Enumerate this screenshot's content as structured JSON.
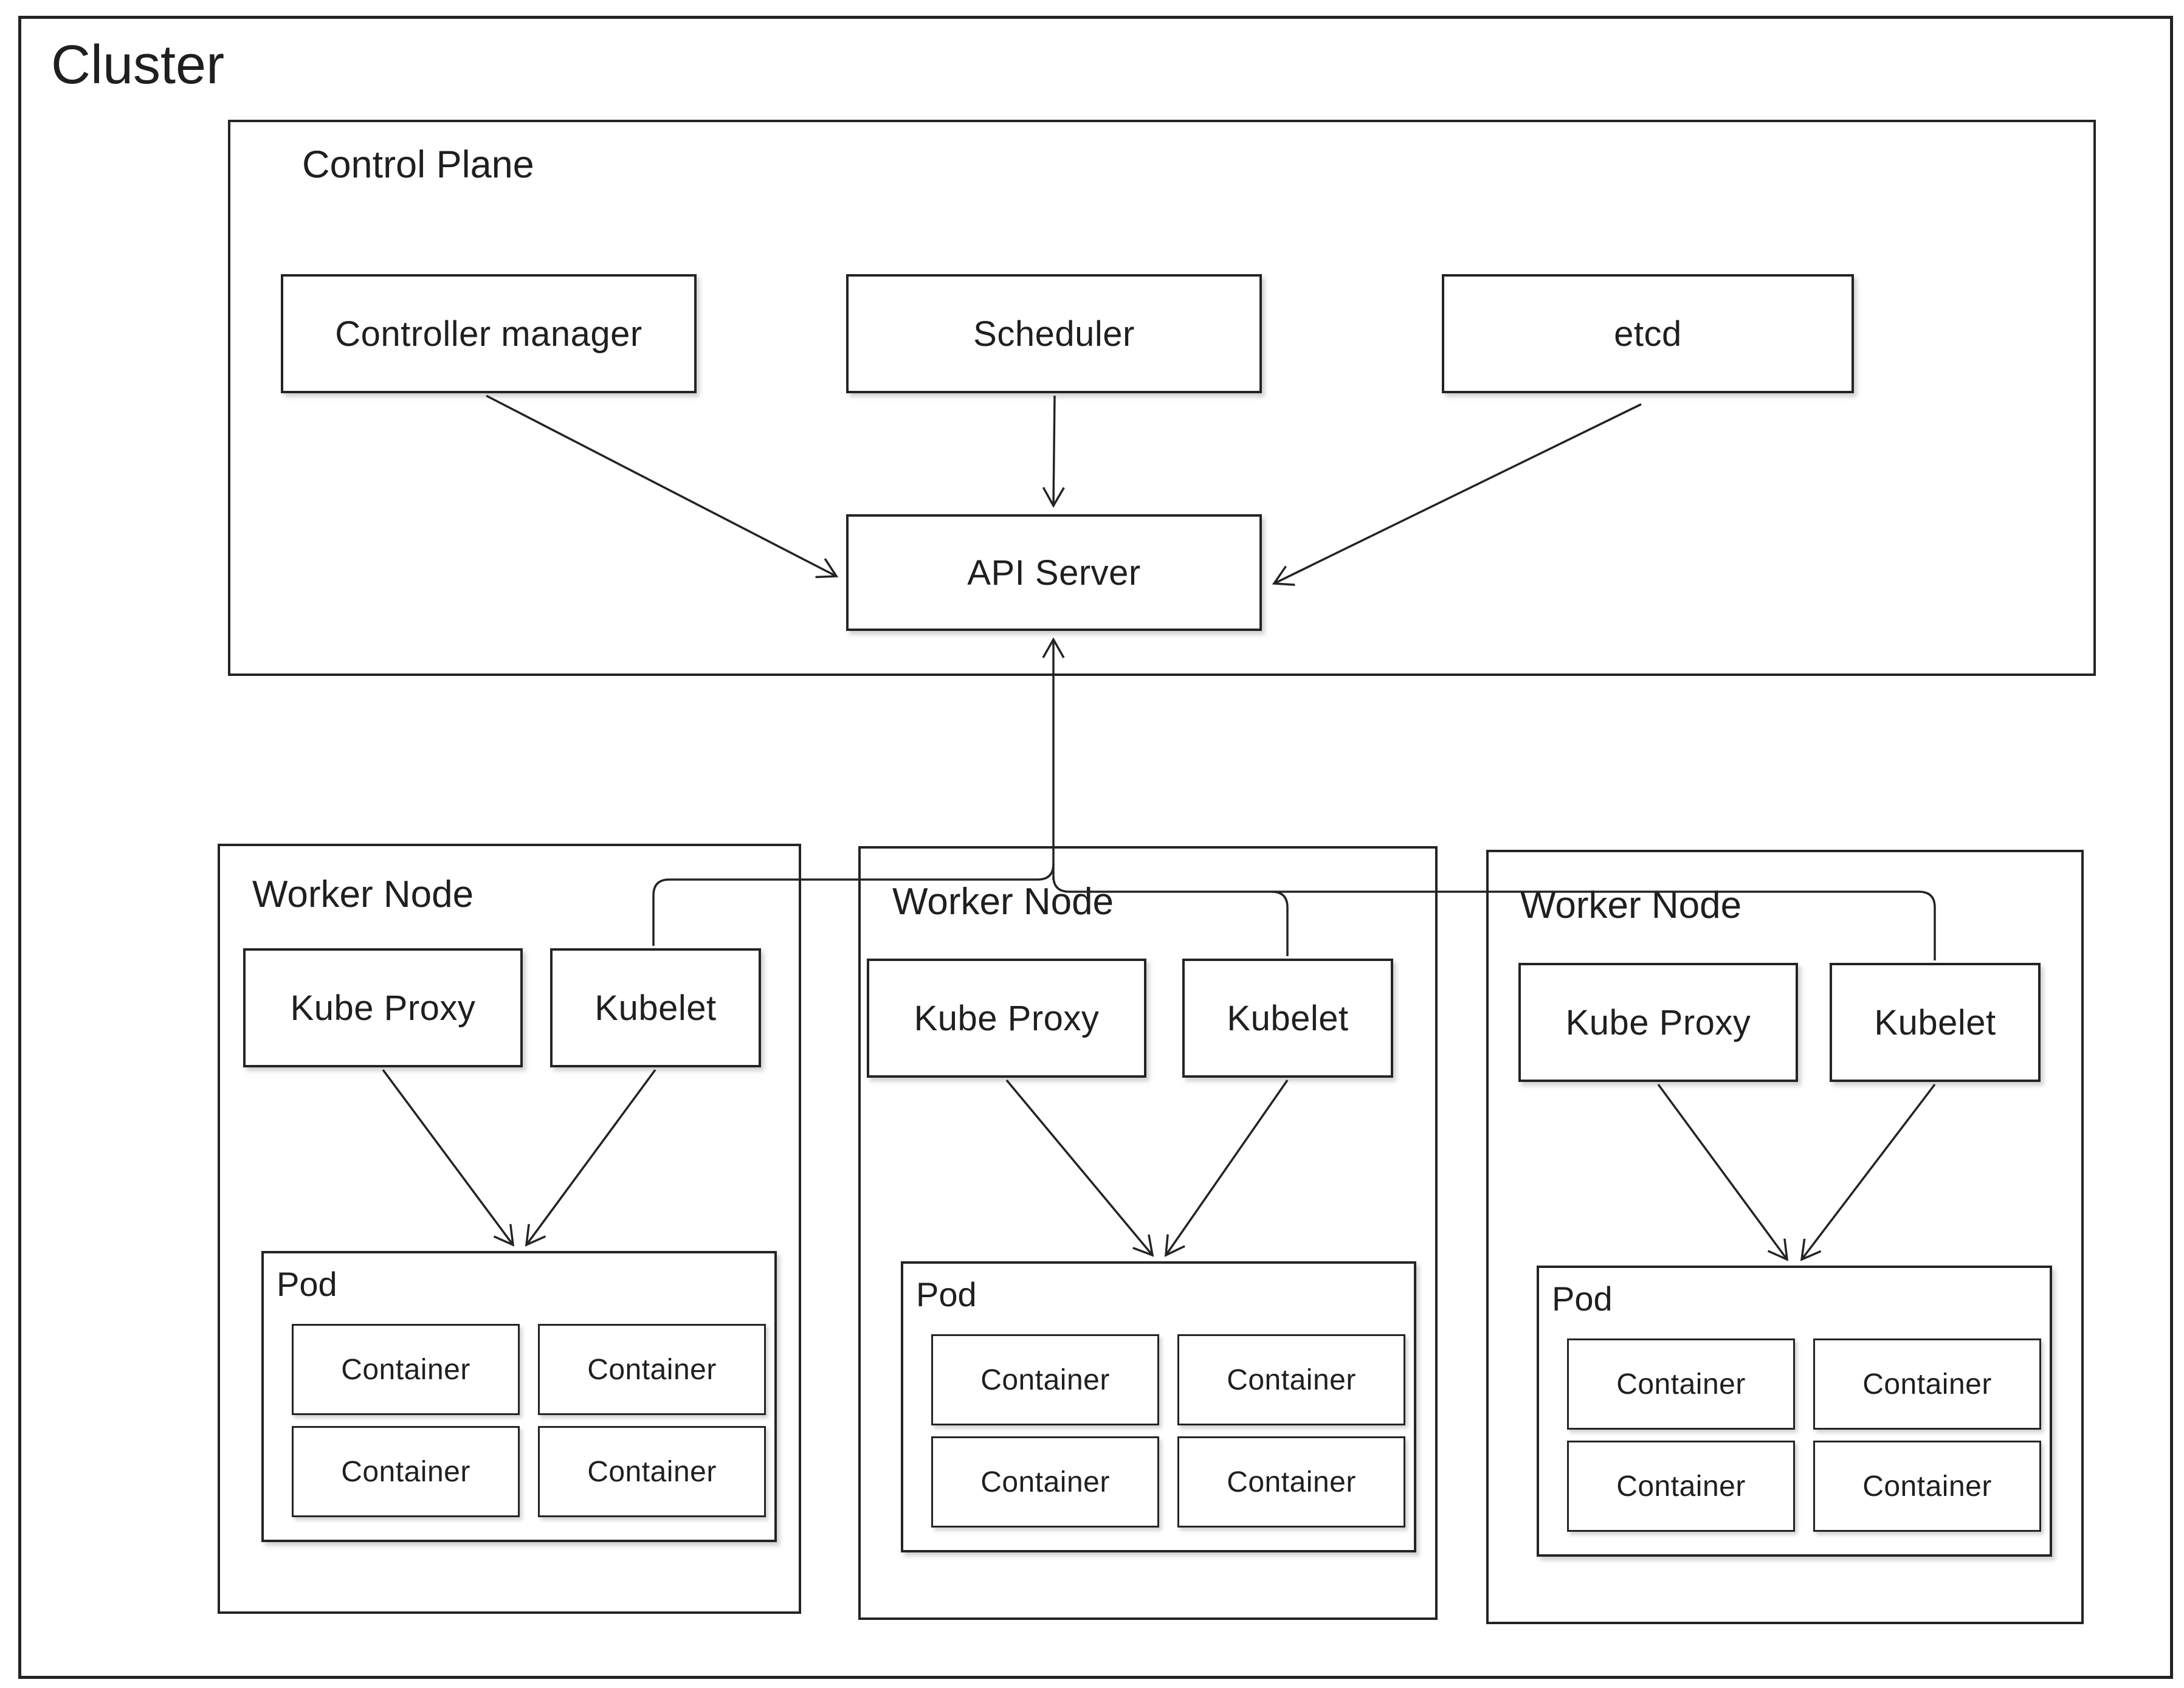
{
  "cluster": {
    "label": "Cluster"
  },
  "control_plane": {
    "label": "Control Plane",
    "controller_manager": "Controller manager",
    "scheduler": "Scheduler",
    "etcd": "etcd",
    "api_server": "API Server"
  },
  "workers": [
    {
      "title": "Worker Node",
      "kube_proxy": "Kube Proxy",
      "kubelet": "Kubelet",
      "pod": {
        "label": "Pod",
        "containers": [
          "Container",
          "Container",
          "Container",
          "Container"
        ]
      }
    },
    {
      "title": "Worker Node",
      "kube_proxy": "Kube Proxy",
      "kubelet": "Kubelet",
      "pod": {
        "label": "Pod",
        "containers": [
          "Container",
          "Container",
          "Container",
          "Container"
        ]
      }
    },
    {
      "title": "Worker Node",
      "kube_proxy": "Kube Proxy",
      "kubelet": "Kubelet",
      "pod": {
        "label": "Pod",
        "containers": [
          "Container",
          "Container",
          "Container",
          "Container"
        ]
      }
    }
  ],
  "colors": {
    "stroke": "#242424",
    "background": "#ffffff"
  }
}
